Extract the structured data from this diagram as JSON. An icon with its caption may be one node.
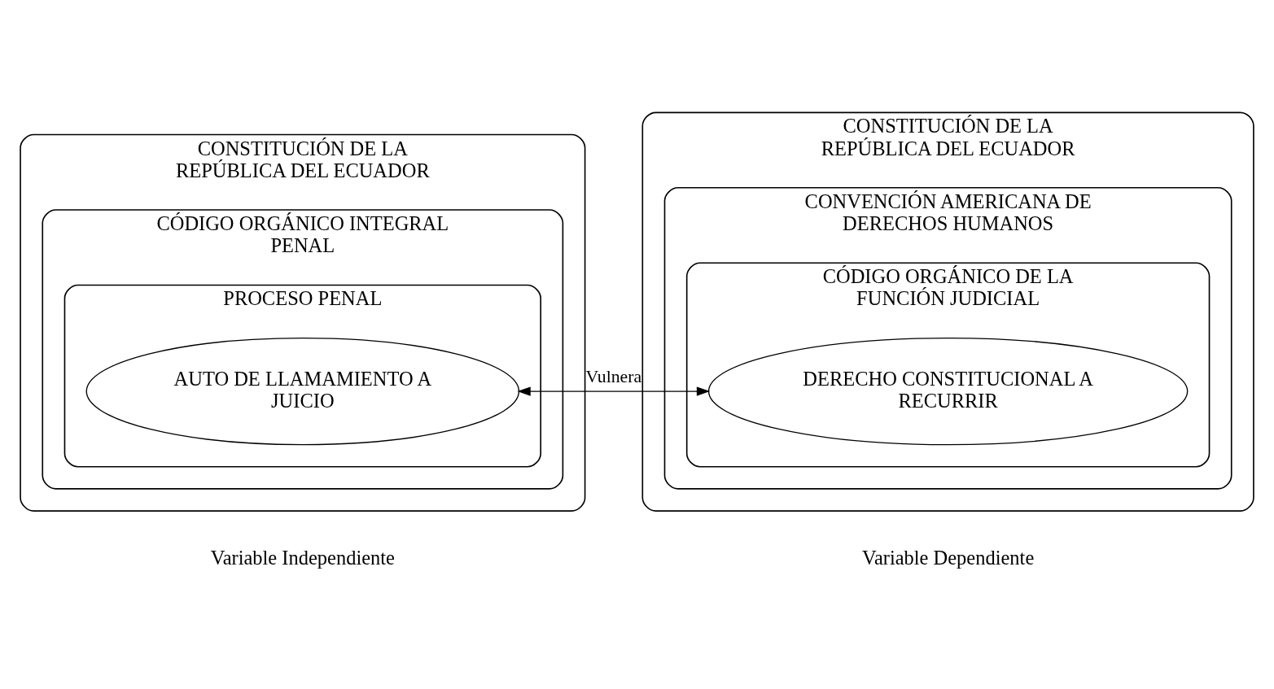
{
  "diagram": {
    "nodes": [
      {
        "text": [
          "CONSTITUCIÓN DE LA REPÚBLICA DEL ECUADOR"
        ],
        "beside": [
          "Variable Independiente"
        ]
      },
      {
        "text": [
          "CÓDIGO ORGÁNICO INTEGRAL PENAL"
        ],
        "in": 0
      },
      {
        "text": [
          "PROCESO PENAL"
        ],
        "in": 1
      },
      {
        "text": [
          "AUTO DE LLAMAMIENTO A JUICIO"
        ],
        "in": 2
      },
      {
        "text": [
          "CONSTITUCIÓN DE LA REPÚBLICA DEL ECUADOR"
        ],
        "beside": [
          "Variable Dependiente"
        ]
      },
      {
        "text": [
          "CONVENCIÓN AMERICANA DE DERECHOS HUMANOS"
        ],
        "in": 4
      },
      {
        "text": [
          "CÓDIGO ORGÁNICO DE LA FUNCIÓN JUDICIAL"
        ],
        "in": 5
      },
      {
        "text": [
          "DERECHO CONSTITUCIONAL A RECURRIR"
        ],
        "in": 6
      }
    ],
    "edges": [
      {
        "from": 3,
        "to": 7,
        "arrow": "both",
        "label": "Vulnera"
      }
    ]
  }
}
